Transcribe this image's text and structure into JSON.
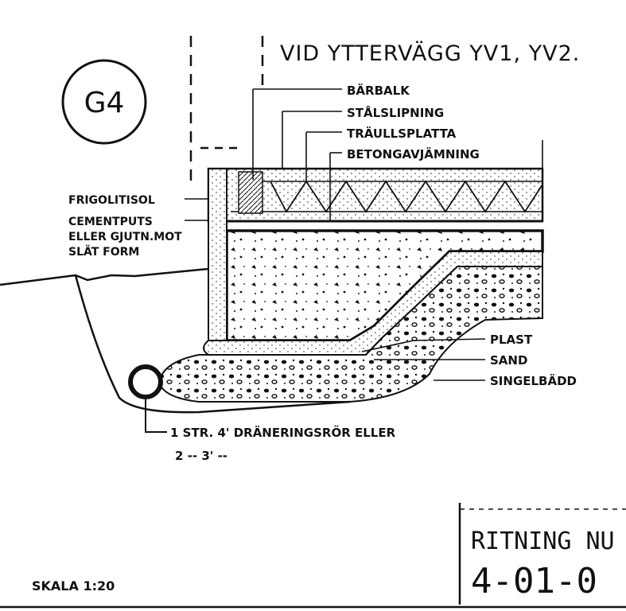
{
  "drawing": {
    "detail_id": "G4",
    "title": "VID YTTERVÄGG YV1, YV2.",
    "labels_right": {
      "barbalk": "BÄRBALK",
      "stalslipning": "STÅLSLIPNING",
      "traullsplatta": "TRÄULLSPLATTA",
      "betongavjamning": "BETONGAVJÄMNING",
      "plast": "PLAST",
      "sand": "SAND",
      "singelbadd": "SINGELBÄDD"
    },
    "labels_left": {
      "frigolitisol": "FRIGOLITISOL",
      "cementputs": "CEMENTPUTS",
      "eller_gjuten": "ELLER GJUTN.MOT",
      "slat_form": "SLÄT FORM"
    },
    "drain_note_1": "1 STR. 4' DRÄNERINGSRÖR ELLER",
    "drain_note_2": "2 --  3'      --",
    "scale": "SKALA 1:20"
  },
  "title_block": {
    "label": "RITNING NU",
    "number": "4-01-0"
  },
  "colors": {
    "ink": "#111111",
    "paper": "#ffffff"
  }
}
